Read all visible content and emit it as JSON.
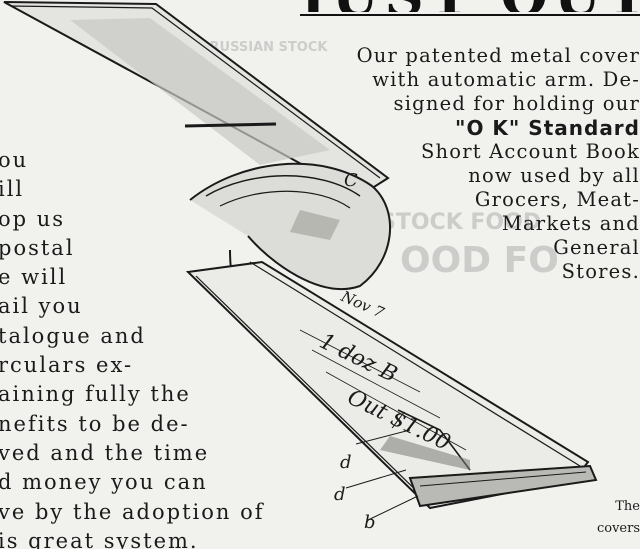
{
  "headline": {
    "text": "JUST OUT"
  },
  "left_column": {
    "lines": [
      "ou",
      "ill",
      "op us",
      "postal",
      "e will",
      "ail you",
      "talogue and",
      "rculars ex-",
      "aining fully the",
      "nefits to be de-",
      "ved and the time",
      "d money you can",
      "ve by the adoption of",
      "is great system."
    ]
  },
  "right_column": {
    "lines": [
      {
        "text": "Our patented metal cover",
        "bold": false
      },
      {
        "text": "with automatic arm. De-",
        "bold": false
      },
      {
        "text": "signed for holding our",
        "bold": false
      },
      {
        "text": "\"O K\" Standard",
        "bold": true
      },
      {
        "text": "Short Account Book",
        "bold": false
      },
      {
        "text": "now used by all",
        "bold": false
      },
      {
        "text": "Grocers, Meat-",
        "bold": false
      },
      {
        "text": "Markets and",
        "bold": false
      },
      {
        "text": "General",
        "bold": false
      },
      {
        "text": "Stores.",
        "bold": false
      }
    ]
  },
  "caption": {
    "lines": [
      "The",
      "covers"
    ]
  },
  "illustration": {
    "labels": {
      "c": "C",
      "d1": "d",
      "d2": "d",
      "b": "b",
      "note_top": "Nov 7",
      "note_mid": "1 doz B",
      "note_low": "Out $1.00"
    }
  },
  "colors": {
    "ink": "#1a1a1a",
    "paper": "#f1f1ee"
  }
}
